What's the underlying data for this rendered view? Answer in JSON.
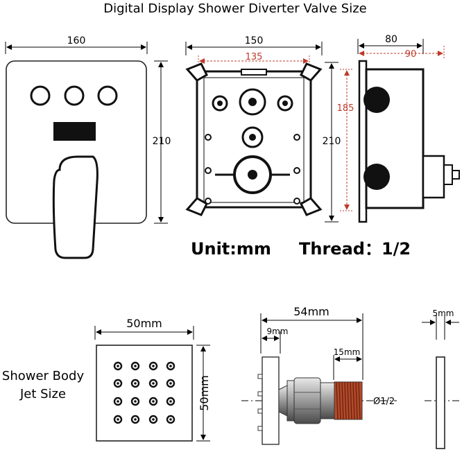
{
  "title": "Digital Display Shower Diverter Valve Size",
  "valve": {
    "front_width": "160",
    "front_height": "210",
    "box_width": "150",
    "box_inner_width": "135",
    "box_inner_height": "185",
    "box_height": "210",
    "side_depth": "80",
    "side_depth_red": "90",
    "unit_text": "Unit:mm",
    "thread_text": "Thread：1/2"
  },
  "jet": {
    "caption_line1": "Shower Body",
    "caption_line2": "Jet Size",
    "width": "50mm",
    "height": "50mm",
    "length": "54mm",
    "flange": "9mm",
    "thread_len": "15mm",
    "thread_dia": "Ø1/2",
    "plate": "5mm"
  },
  "colors": {
    "dim_red": "#c0392b",
    "line": "#000000",
    "body": "#111111"
  }
}
